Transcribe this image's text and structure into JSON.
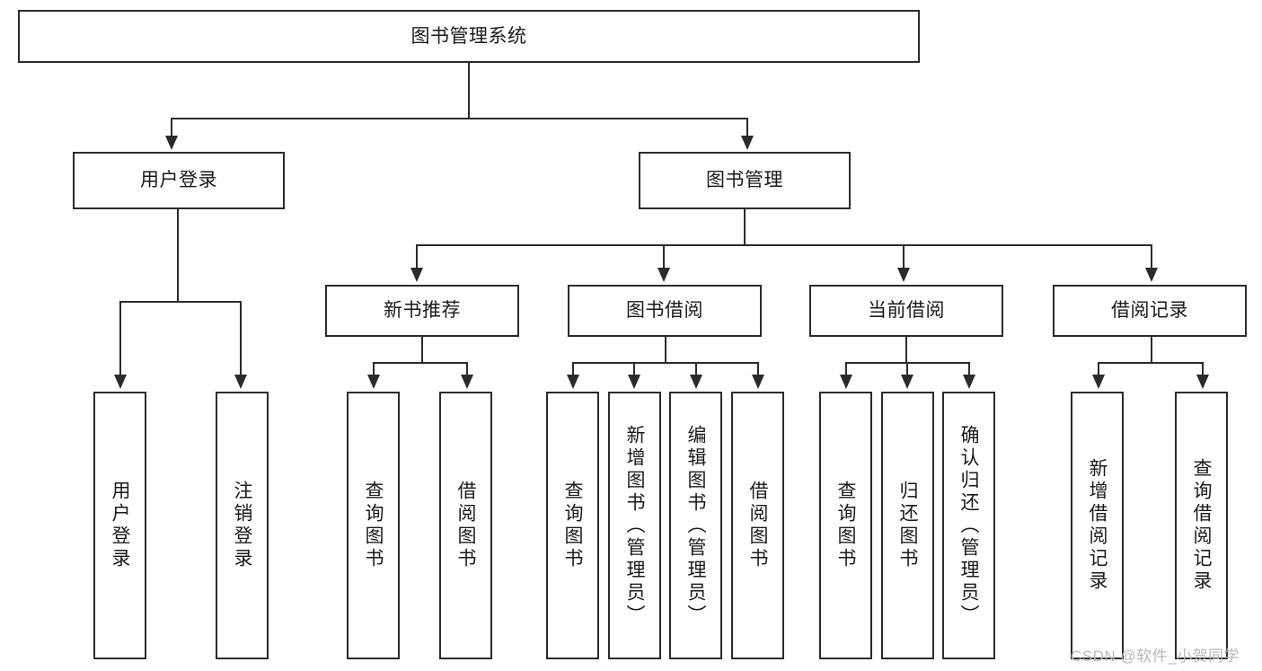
{
  "diagram": {
    "title": "图书管理系统",
    "type": "tree-hierarchy-diagram",
    "root": {
      "id": "root",
      "label": "图书管理系统"
    },
    "level2": [
      {
        "id": "user-login",
        "label": "用户登录"
      },
      {
        "id": "book-manage",
        "label": "图书管理"
      }
    ],
    "level3": [
      {
        "id": "new-book-recommend",
        "label": "新书推荐",
        "parent": "book-manage"
      },
      {
        "id": "book-borrow",
        "label": "图书借阅",
        "parent": "book-manage"
      },
      {
        "id": "current-borrow",
        "label": "当前借阅",
        "parent": "book-manage"
      },
      {
        "id": "borrow-record",
        "label": "借阅记录",
        "parent": "book-manage"
      }
    ],
    "leaves": [
      {
        "id": "leaf-user-login",
        "label": "用户登录",
        "parent": "user-login"
      },
      {
        "id": "leaf-logout-login",
        "label": "注销登录",
        "parent": "user-login"
      },
      {
        "id": "leaf-query-book-1",
        "label": "查询图书",
        "parent": "new-book-recommend"
      },
      {
        "id": "leaf-borrow-book-1",
        "label": "借阅图书",
        "parent": "new-book-recommend"
      },
      {
        "id": "leaf-query-book-2",
        "label": "查询图书",
        "parent": "book-borrow"
      },
      {
        "id": "leaf-add-book",
        "label": "新增图书（管理员）",
        "parent": "book-borrow"
      },
      {
        "id": "leaf-edit-book",
        "label": "编辑图书（管理员）",
        "parent": "book-borrow"
      },
      {
        "id": "leaf-borrow-book-2",
        "label": "借阅图书",
        "parent": "book-borrow"
      },
      {
        "id": "leaf-query-book-3",
        "label": "查询图书",
        "parent": "current-borrow"
      },
      {
        "id": "leaf-return-book",
        "label": "归还图书",
        "parent": "current-borrow"
      },
      {
        "id": "leaf-confirm-return",
        "label": "确认归还（管理员）",
        "parent": "current-borrow"
      },
      {
        "id": "leaf-add-record",
        "label": "新增借阅记录",
        "parent": "borrow-record"
      },
      {
        "id": "leaf-query-record",
        "label": "查询借阅记录",
        "parent": "borrow-record"
      }
    ],
    "colors": {
      "stroke": "#2b2b2b",
      "fill": "#ffffff",
      "text": "#1a1a1a",
      "watermark": "#b9b9b9"
    }
  },
  "watermark": {
    "text": "CSDN @软件_小贺同学"
  }
}
